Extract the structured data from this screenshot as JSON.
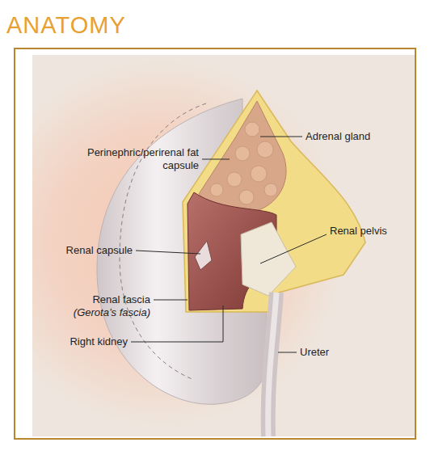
{
  "diagram": {
    "title": "ANATOMY",
    "labels": [
      "Adrenal gland",
      "Perinephric/perirenal fat capsule",
      "Renal pelvis",
      "Renal capsule",
      "Renal fascia",
      "(Gerota’s fascia)",
      "Right kidney",
      "Ureter"
    ]
  }
}
